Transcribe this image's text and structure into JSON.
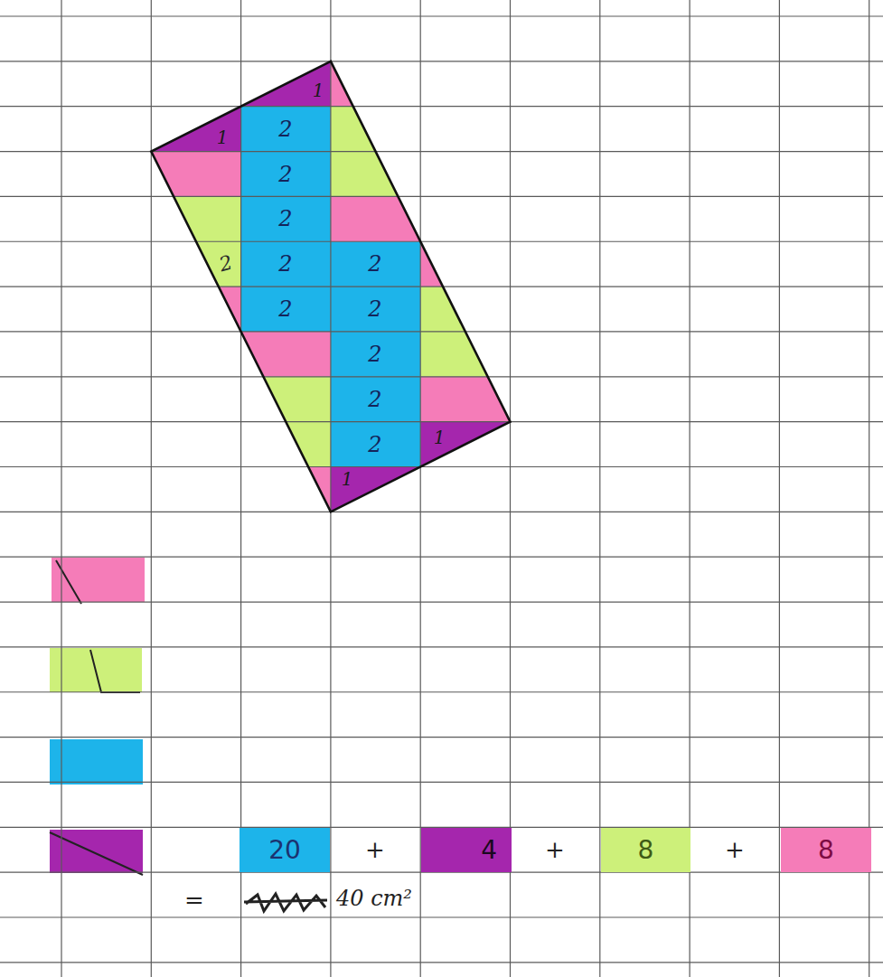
{
  "diagram": {
    "nodes": [
      {
        "text": [
          "20"
        ]
      },
      {
        "text": [
          "4"
        ]
      },
      {
        "text": [
          "8"
        ]
      },
      {
        "text": [
          "8"
        ]
      }
    ],
    "labels": [
      "1",
      "2",
      "1",
      "2",
      "2",
      "2",
      "2",
      "2",
      "2",
      "2",
      "2",
      "2",
      "2",
      "1",
      "1",
      "+",
      "+",
      "+",
      "=",
      "40 cm²"
    ]
  }
}
